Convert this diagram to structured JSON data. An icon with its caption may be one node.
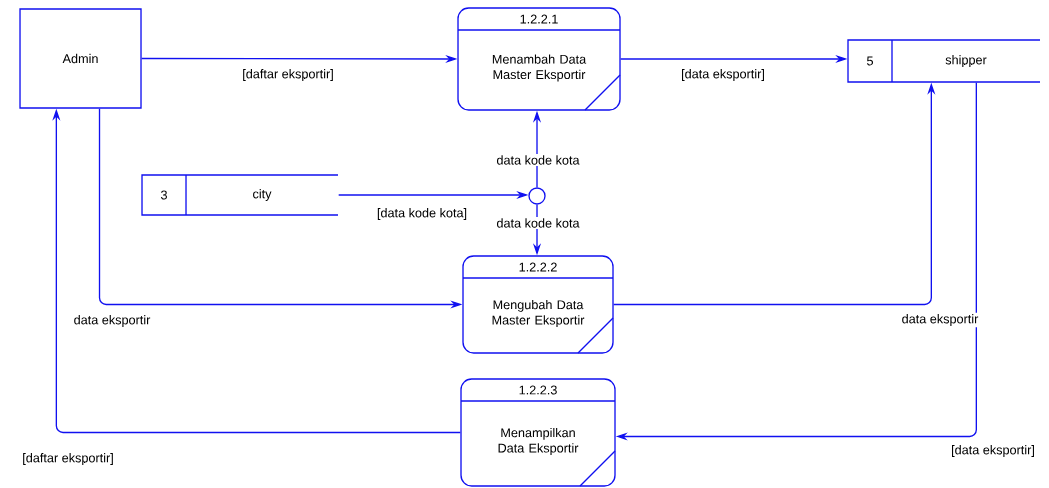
{
  "diagram": {
    "nodes": [
      {
        "text": [
          "Admin"
        ]
      },
      {
        "text": [
          "1.2.2.1",
          "Menambah Data Master Eksportir"
        ]
      },
      {
        "text": [
          "5",
          "shipper"
        ]
      },
      {
        "text": [
          "3",
          "city"
        ]
      },
      {
        "text": [],
        "shape": "circle"
      },
      {
        "text": [
          "1.2.2.2",
          "Mengubah Data Master Eksportir"
        ]
      },
      {
        "text": [
          "1.2.2.3",
          "Menampilkan Data Eksportir"
        ]
      }
    ],
    "edges": [
      {
        "from": 0,
        "to": 1,
        "arrow": "to",
        "label": "[daftar eksportir]"
      },
      {
        "from": 1,
        "to": 2,
        "arrow": "to",
        "label": "[data eksportir]"
      },
      {
        "from": 3,
        "to": 4,
        "arrow": "to",
        "label": "[data kode kota]"
      },
      {
        "from": 4,
        "to": 1,
        "arrow": "to",
        "label": "data kode kota"
      },
      {
        "from": 4,
        "to": 5,
        "arrow": "to",
        "label": "data kode kota"
      },
      {
        "from": 0,
        "to": 5,
        "arrow": "to",
        "label": "data eksportir"
      },
      {
        "from": 5,
        "to": 2,
        "arrow": "to",
        "label": "data eksportir"
      },
      {
        "from": 2,
        "to": 6,
        "arrow": "to",
        "label": "[data eksportir]"
      },
      {
        "from": 6,
        "to": 0,
        "arrow": "to",
        "label": "[daftar eksportir]"
      }
    ]
  }
}
